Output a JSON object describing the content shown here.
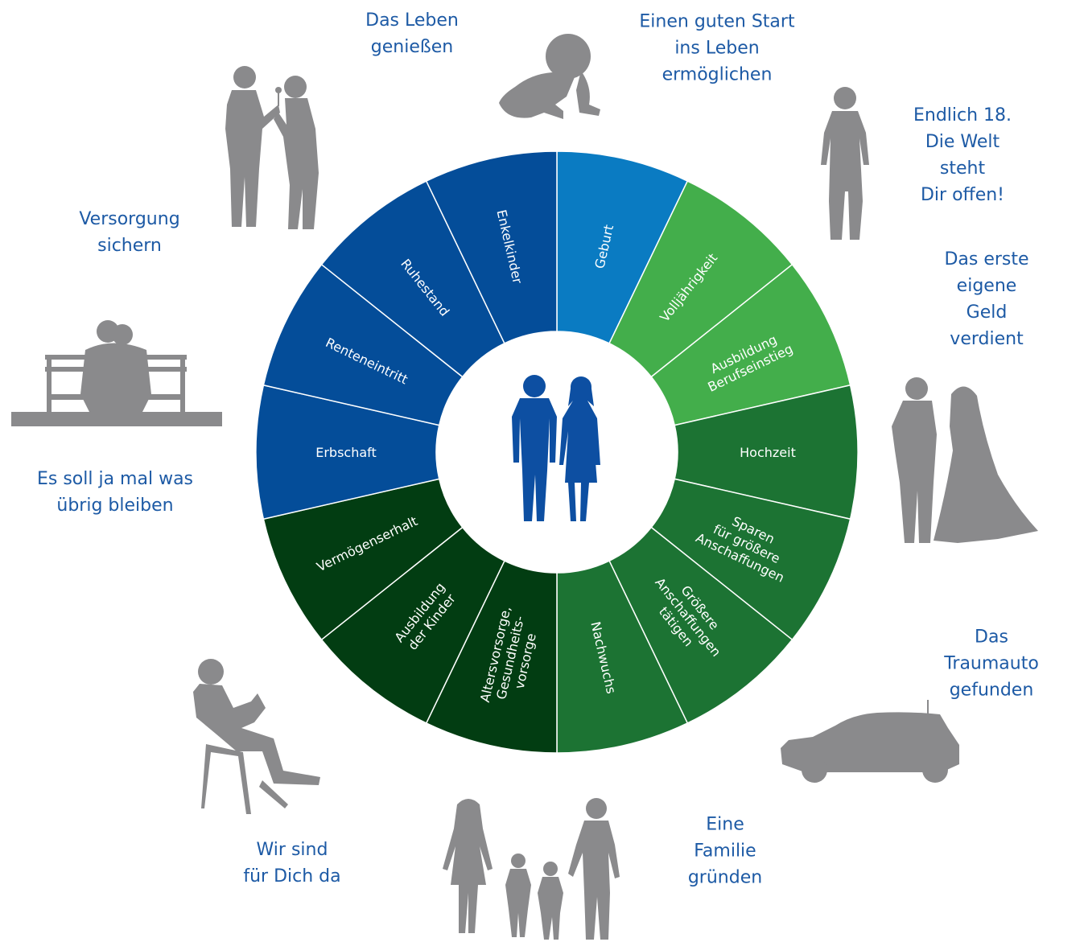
{
  "colors": {
    "label_text": "#1d5aa5",
    "silhouette": "#8a8a8c",
    "center_person": "#0d4fa2",
    "segment_divider": "#ffffff"
  },
  "wheel": {
    "segments": [
      {
        "lines": [
          "Geburt"
        ],
        "color": "#0a7bc2"
      },
      {
        "lines": [
          "Volljährigkeit"
        ],
        "color": "#43ae4b"
      },
      {
        "lines": [
          "Ausbildung",
          "Berufseinstieg"
        ],
        "color": "#43ae4b"
      },
      {
        "lines": [
          "Hochzeit"
        ],
        "color": "#1c7333"
      },
      {
        "lines": [
          "Sparen",
          "für größere",
          "Anschaffungen"
        ],
        "color": "#1c7333"
      },
      {
        "lines": [
          "Größere",
          "Anschaffungen",
          "tätigen"
        ],
        "color": "#1c7333"
      },
      {
        "lines": [
          "Nachwuchs"
        ],
        "color": "#1c7333"
      },
      {
        "lines": [
          "Altersvorsorge,",
          "Gesundheits-",
          "vorsorge"
        ],
        "color": "#023d12"
      },
      {
        "lines": [
          "Ausbildung",
          "der Kinder"
        ],
        "color": "#023d12"
      },
      {
        "lines": [
          "Vermögenserhalt"
        ],
        "color": "#023d12"
      },
      {
        "lines": [
          "Erbschaft"
        ],
        "color": "#044d99"
      },
      {
        "lines": [
          "Renteneintritt"
        ],
        "color": "#044d99"
      },
      {
        "lines": [
          "Ruhestand"
        ],
        "color": "#044d99"
      },
      {
        "lines": [
          "Enkelkinder"
        ],
        "color": "#044d99"
      }
    ]
  },
  "outer_labels": {
    "start": "Einen guten Start\nins Leben\nermöglichen",
    "eighteen": "Endlich 18.\nDie Welt steht\nDir offen!",
    "money": "Das erste eigene\nGeld verdient",
    "car": "Das Traumauto\ngefunden",
    "family": "Eine\nFamilie\ngründen",
    "there": "Wir sind\nfür Dich da",
    "leftover": "Es soll ja mal was\nübrig bleiben",
    "provision": "Versorgung\nsichern",
    "enjoy": "Das Leben\ngenießen"
  },
  "icons": [
    "baby-crawling-icon",
    "young-man-icon",
    "wedding-couple-icon",
    "car-icon",
    "family-icon",
    "reading-woman-icon",
    "bench-couple-icon",
    "elderly-couple-icon",
    "center-couple-icon"
  ]
}
